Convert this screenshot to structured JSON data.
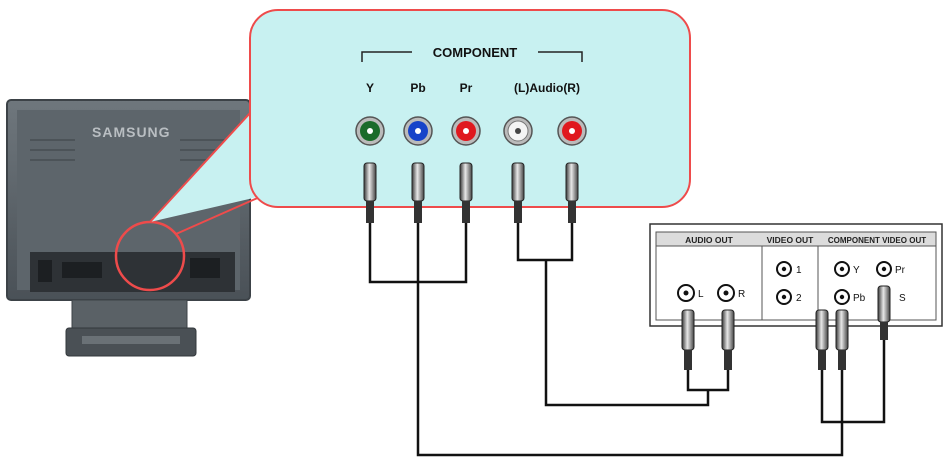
{
  "callout": {
    "group_label": "COMPONENT",
    "jacks": [
      {
        "label": "Y",
        "color": "#1b6b2a"
      },
      {
        "label": "Pb",
        "color": "#1743c9"
      },
      {
        "label": "Pr",
        "color": "#e0181e"
      },
      {
        "label": "(L)Audio(R)",
        "left_color": "#f4f4f4",
        "right_color": "#e0181e"
      }
    ]
  },
  "monitor": {
    "brand": "SAMSUNG"
  },
  "device_panel": {
    "sections": [
      "AUDIO OUT",
      "VIDEO OUT",
      "COMPONENT VIDEO OUT"
    ],
    "audio_out": {
      "left": "L",
      "right": "R"
    },
    "video_out": {
      "one": "1",
      "two": "2"
    },
    "component_out": {
      "y": "Y",
      "pb": "Pb",
      "pr": "Pr",
      "s": "S"
    }
  },
  "colors": {
    "callout_bg": "#c8f1f1",
    "callout_border": "#ee4b4b",
    "cable": "#111111"
  }
}
